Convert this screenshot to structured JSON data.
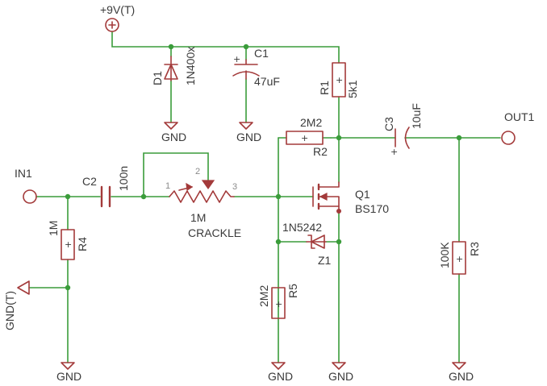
{
  "power": {
    "supply": "+9V(T)",
    "ground_ref": "GND(T)",
    "ground": "GND"
  },
  "ports": {
    "input": "IN1",
    "output": "OUT1"
  },
  "components": {
    "d1": {
      "ref": "D1",
      "value": "1N400x"
    },
    "c1": {
      "ref": "C1",
      "value": "47uF"
    },
    "r1": {
      "ref": "R1",
      "value": "5k1"
    },
    "r2": {
      "ref": "R2",
      "value": "2M2"
    },
    "c3": {
      "ref": "C3",
      "value": "10uF"
    },
    "c2": {
      "ref": "C2",
      "value": "100n"
    },
    "pot": {
      "value": "1M",
      "name": "CRACKLE",
      "pins": [
        "1",
        "2",
        "3"
      ]
    },
    "q1": {
      "ref": "Q1",
      "value": "BS170"
    },
    "z1": {
      "ref": "Z1",
      "value": "1N5242"
    },
    "r4": {
      "ref": "R4",
      "value": "1M"
    },
    "r5": {
      "ref": "R5",
      "value": "2M2"
    },
    "r3": {
      "ref": "R3",
      "value": "100K"
    }
  },
  "symbols": {
    "plus": "+"
  },
  "colors": {
    "wire": "#3a9c3a",
    "component": "#a33a3a",
    "text": "#3a3a3a",
    "pin_number": "#8a8a8a"
  }
}
